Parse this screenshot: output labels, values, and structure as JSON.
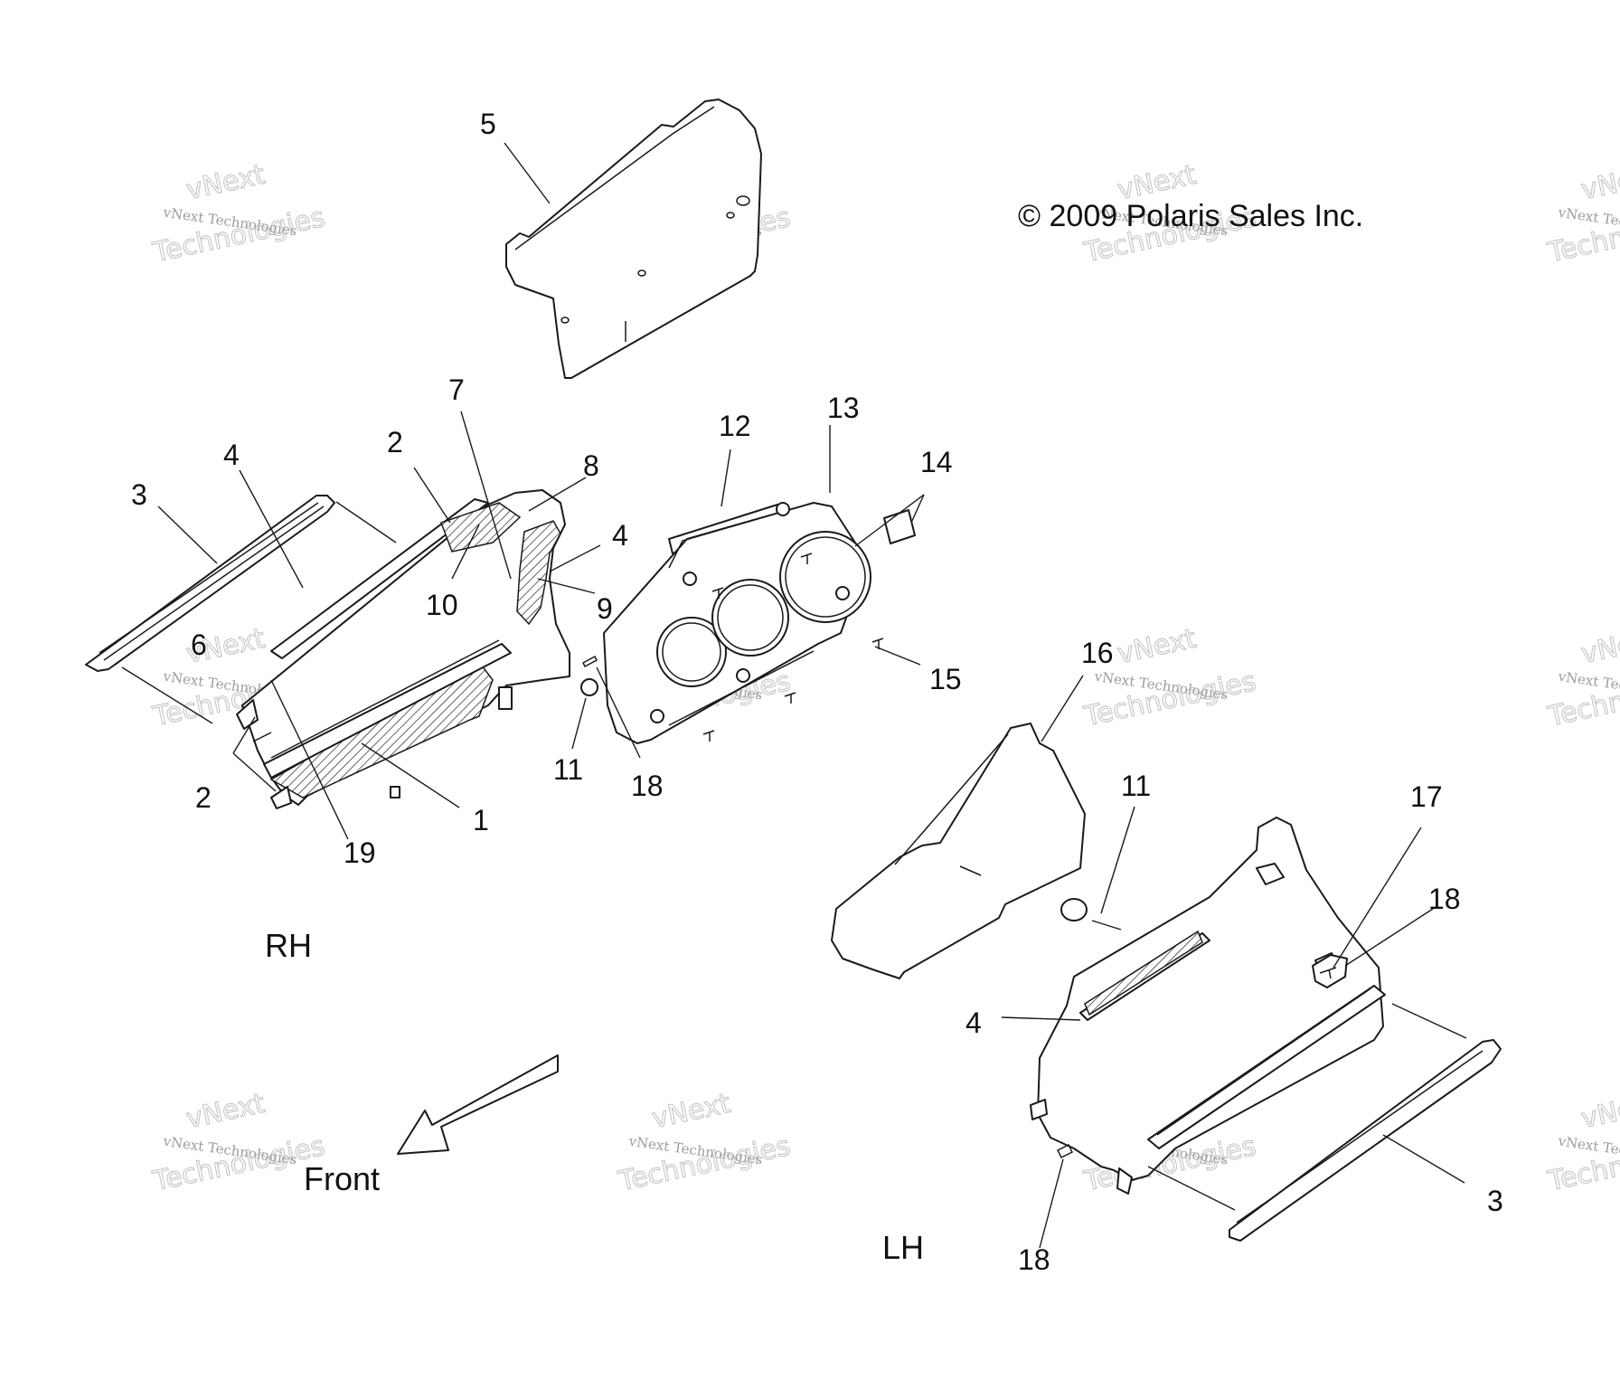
{
  "copyright": "© 2009 Polaris Sales Inc.",
  "side_labels": {
    "rh": "RH",
    "lh": "LH",
    "front": "Front"
  },
  "watermark": {
    "line1": "vNext",
    "line2": "vNext Technologies",
    "line3": "Technologies"
  },
  "callouts": {
    "c5": "5",
    "c3_rh": "3",
    "c4_rh_top": "4",
    "c2_rh_top": "2",
    "c7": "7",
    "c8": "8",
    "c4_rh_mid": "4",
    "c10": "10",
    "c9": "9",
    "c12": "12",
    "c13": "13",
    "c14": "14",
    "c15": "15",
    "c6": "6",
    "c2_rh_bottom": "2",
    "c19": "19",
    "c1": "1",
    "c11_rh": "11",
    "c18_rh": "18",
    "c16": "16",
    "c11_lh": "11",
    "c17": "17",
    "c18_lh_right": "18",
    "c4_lh": "4",
    "c3_lh": "3",
    "c18_lh_bottom": "18"
  }
}
